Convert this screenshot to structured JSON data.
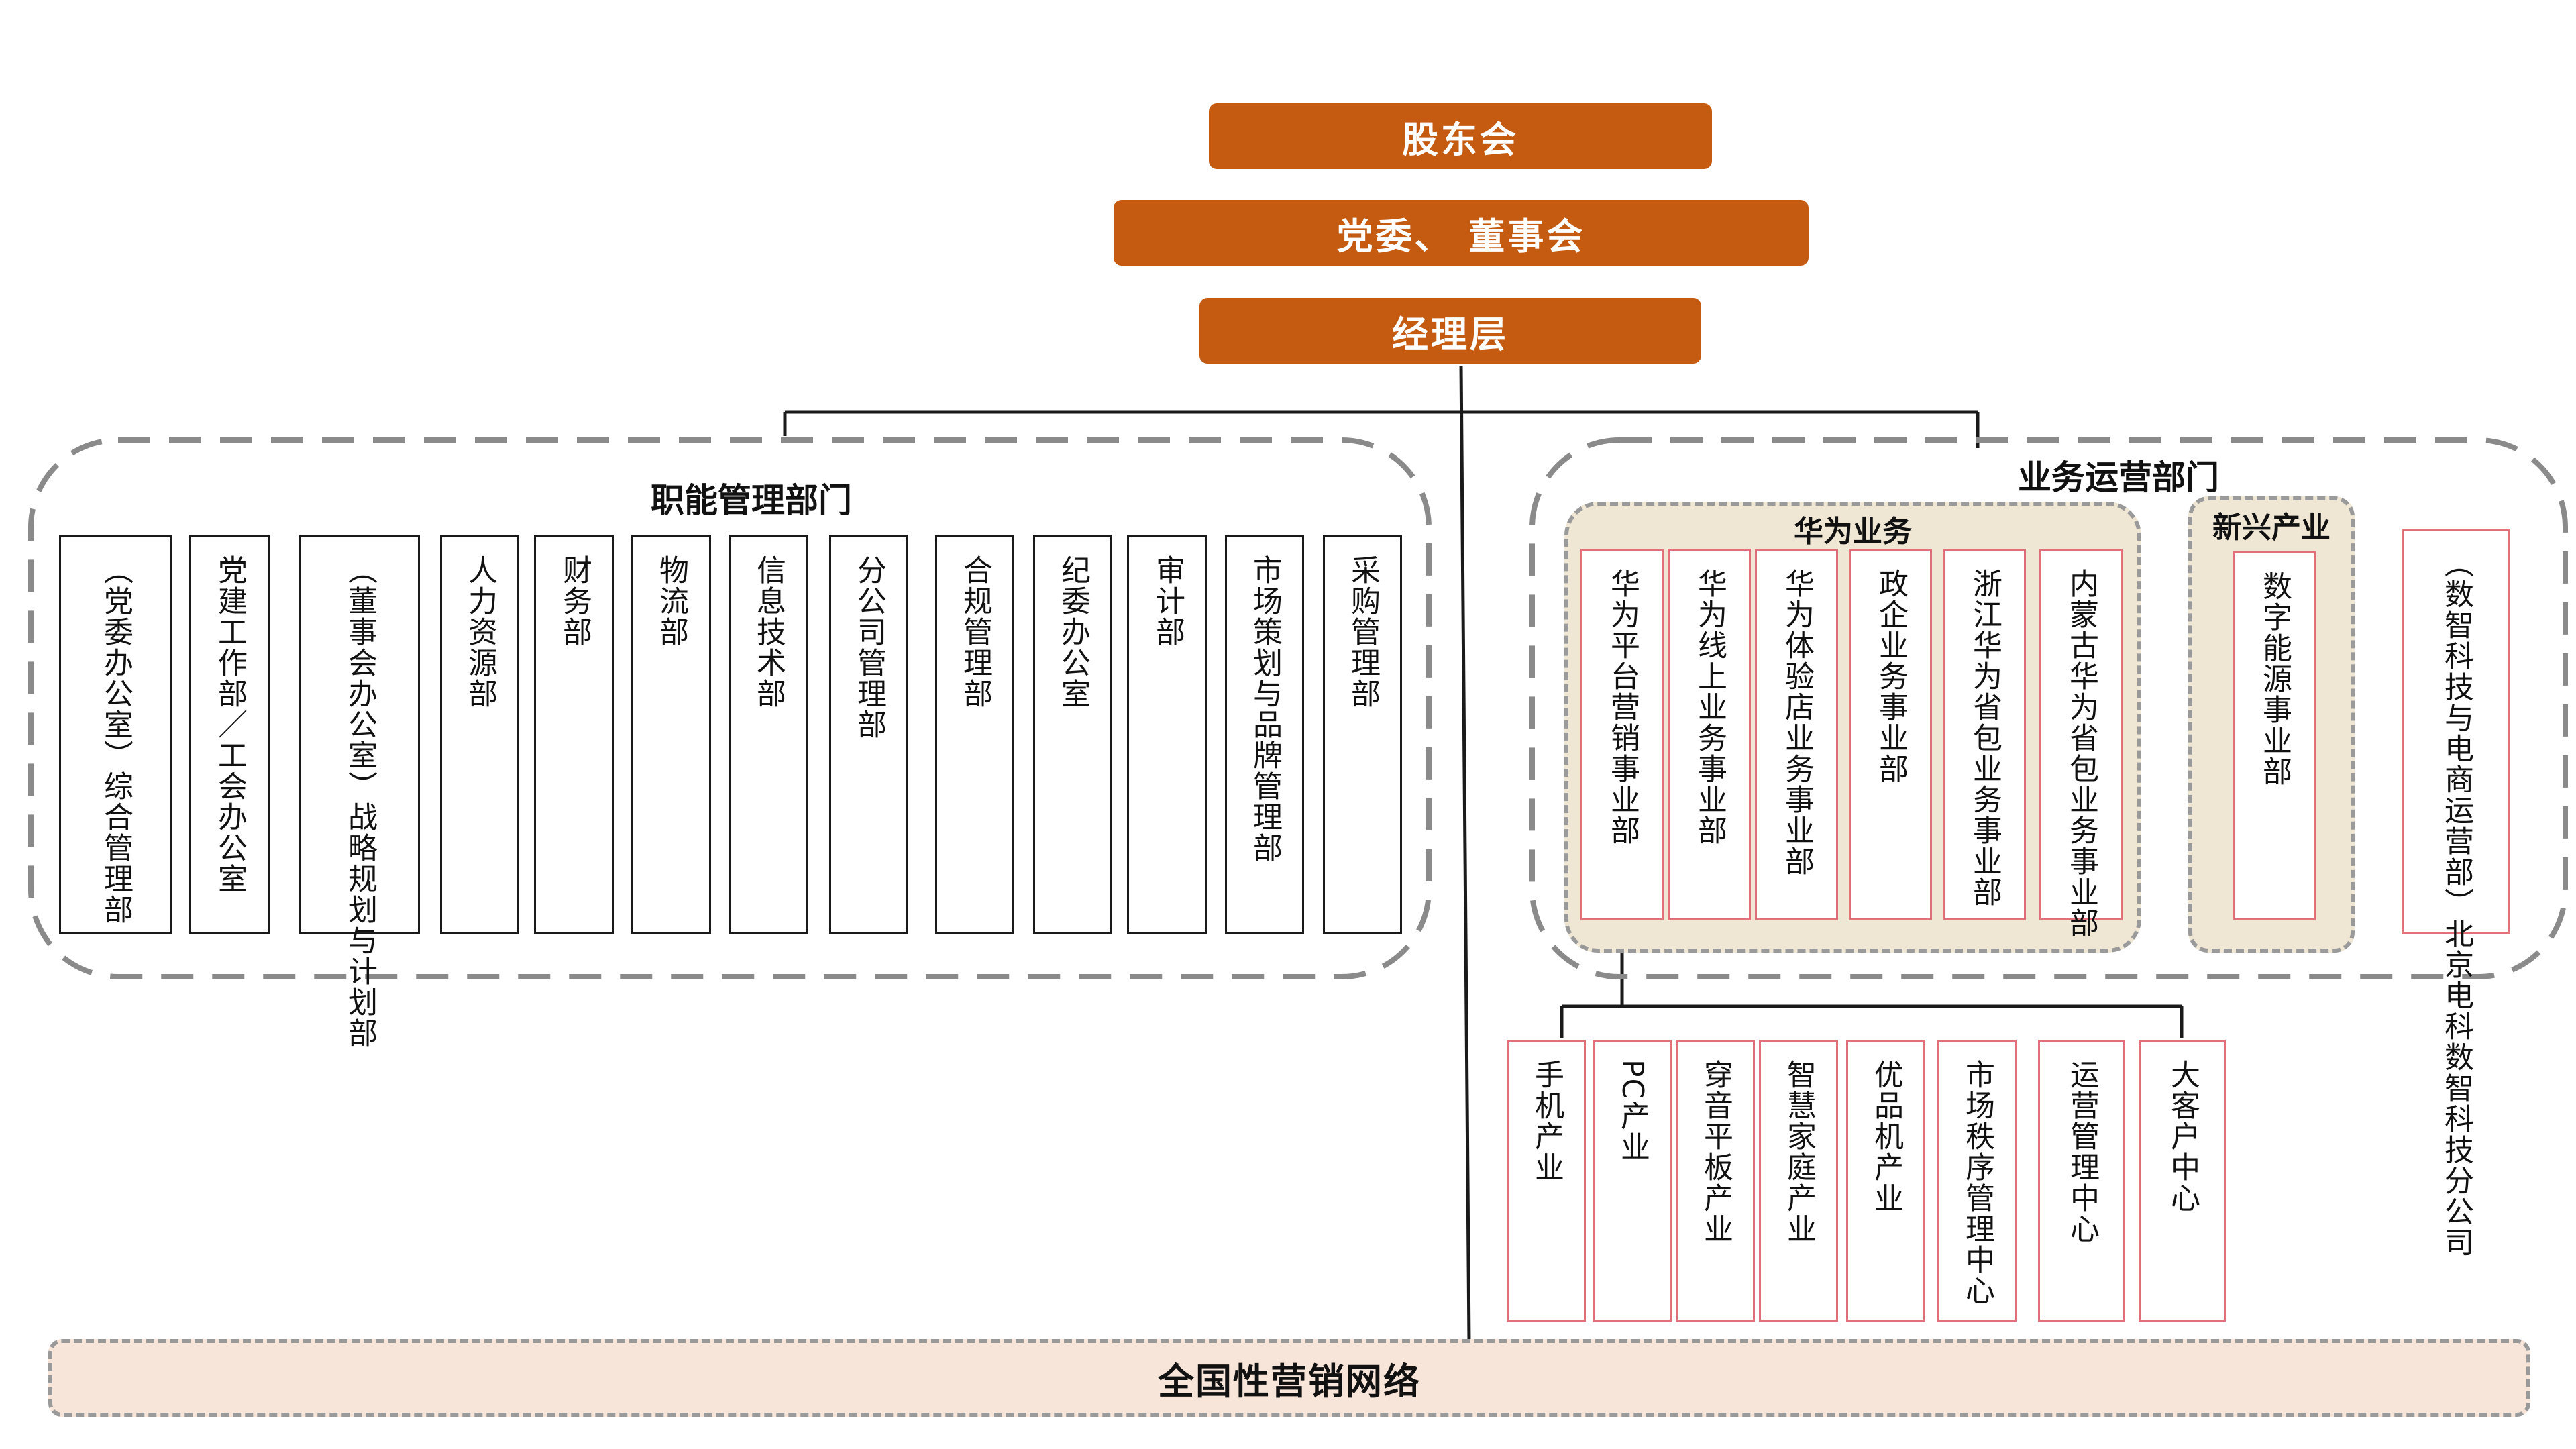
{
  "top": {
    "shareholders": "股东会",
    "board": "党委、 董事会",
    "management": "经理层"
  },
  "functional": {
    "title": "职能管理部门",
    "depts": [
      "（党委办公室）综合管理部",
      "党建工作部／工会办公室",
      "（董事会办公室）战略规划与计划部",
      "人力资源部",
      "财务部",
      "物流部",
      "信息技术部",
      "分公司管理部",
      "合规管理部",
      "纪委办公室",
      "审计部",
      "市场策划与品牌管理部",
      "采购管理部"
    ]
  },
  "business": {
    "title": "业务运营部门",
    "huawei": {
      "title": "华为业务",
      "units": [
        "华为平台营销事业部",
        "华为线上业务事业部",
        "华为体验店业务事业部",
        "政企业务事业部",
        "浙江华为省包业务事业部",
        "内蒙古华为省包业务事业部"
      ]
    },
    "emerging": {
      "title": "新兴产业",
      "units": [
        "数字能源事业部"
      ]
    },
    "beijing": "（数智科技与电商运营部）北京电科数智科技分公司",
    "platform_units": [
      "手机产业",
      "PC产业",
      "穿音平板产业",
      "智慧家庭产业",
      "优品机产业",
      "市场秩序管理中心",
      "运营管理中心",
      "大客户中心"
    ]
  },
  "network": "全国性营销网络"
}
